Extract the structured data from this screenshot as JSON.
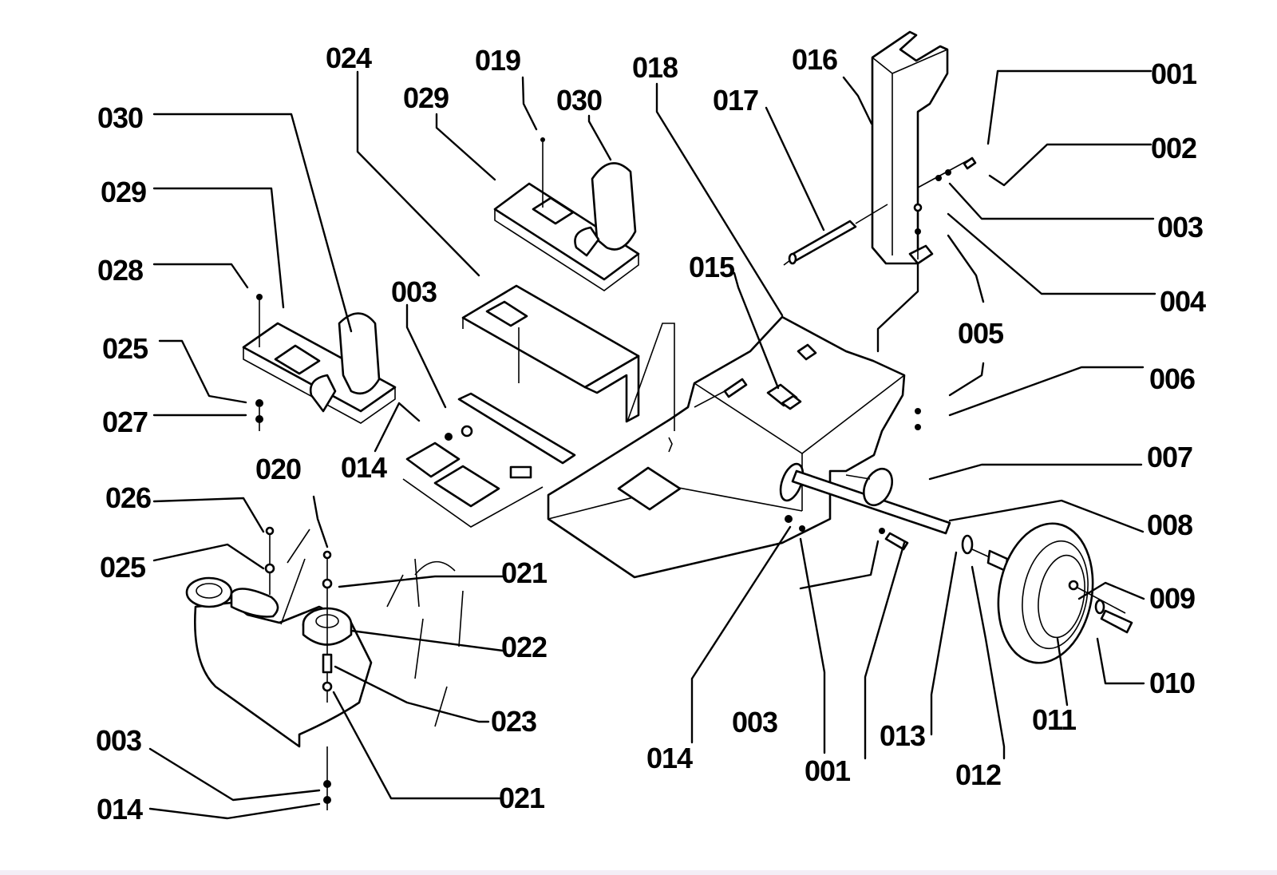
{
  "diagram": {
    "title": "Exploded parts diagram - frame, seats, drive and wheel assembly",
    "callouts": [
      {
        "id": "c-001a",
        "label": "001"
      },
      {
        "id": "c-002",
        "label": "002"
      },
      {
        "id": "c-003a",
        "label": "003"
      },
      {
        "id": "c-004",
        "label": "004"
      },
      {
        "id": "c-005",
        "label": "005"
      },
      {
        "id": "c-006",
        "label": "006"
      },
      {
        "id": "c-007",
        "label": "007"
      },
      {
        "id": "c-008",
        "label": "008"
      },
      {
        "id": "c-009",
        "label": "009"
      },
      {
        "id": "c-010",
        "label": "010"
      },
      {
        "id": "c-011",
        "label": "011"
      },
      {
        "id": "c-012",
        "label": "012"
      },
      {
        "id": "c-013",
        "label": "013"
      },
      {
        "id": "c-001b",
        "label": "001"
      },
      {
        "id": "c-003b",
        "label": "003"
      },
      {
        "id": "c-014a",
        "label": "014"
      },
      {
        "id": "c-015",
        "label": "015"
      },
      {
        "id": "c-016",
        "label": "016"
      },
      {
        "id": "c-017",
        "label": "017"
      },
      {
        "id": "c-018",
        "label": "018"
      },
      {
        "id": "c-019",
        "label": "019"
      },
      {
        "id": "c-030a",
        "label": "030"
      },
      {
        "id": "c-029a",
        "label": "029"
      },
      {
        "id": "c-024",
        "label": "024"
      },
      {
        "id": "c-003c",
        "label": "003"
      },
      {
        "id": "c-014b",
        "label": "014"
      },
      {
        "id": "c-030b",
        "label": "030"
      },
      {
        "id": "c-029b",
        "label": "029"
      },
      {
        "id": "c-028",
        "label": "028"
      },
      {
        "id": "c-025a",
        "label": "025"
      },
      {
        "id": "c-027",
        "label": "027"
      },
      {
        "id": "c-026",
        "label": "026"
      },
      {
        "id": "c-020",
        "label": "020"
      },
      {
        "id": "c-025b",
        "label": "025"
      },
      {
        "id": "c-021a",
        "label": "021"
      },
      {
        "id": "c-022",
        "label": "022"
      },
      {
        "id": "c-023",
        "label": "023"
      },
      {
        "id": "c-003d",
        "label": "003"
      },
      {
        "id": "c-021b",
        "label": "021"
      },
      {
        "id": "c-014c",
        "label": "014"
      }
    ]
  }
}
